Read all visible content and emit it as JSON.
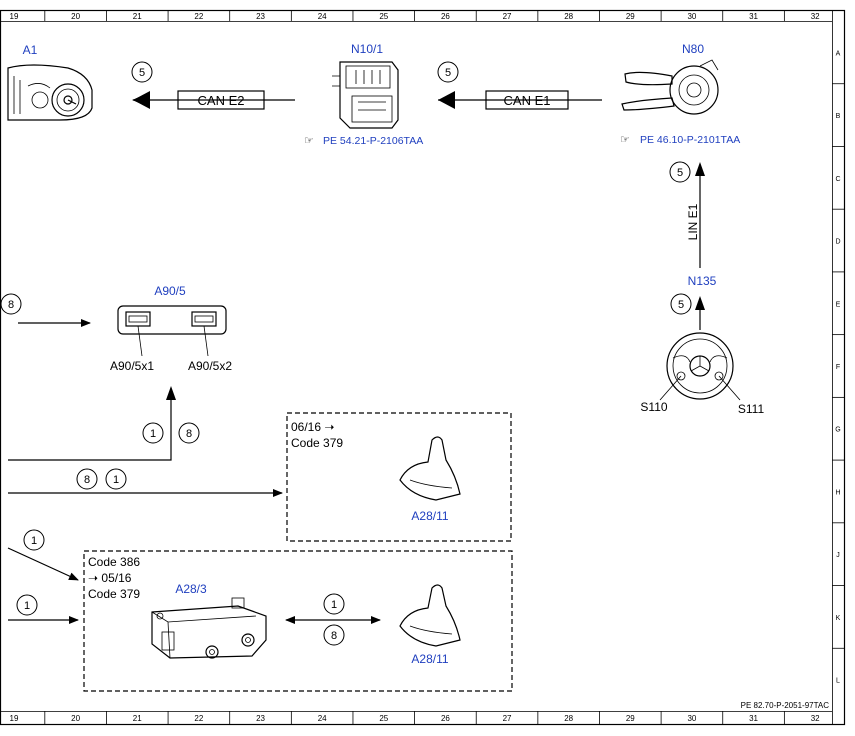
{
  "ruler": {
    "columns": [
      "19",
      "20",
      "21",
      "22",
      "23",
      "24",
      "25",
      "26",
      "27",
      "28",
      "29",
      "30",
      "31",
      "32"
    ],
    "rows": [
      "A",
      "B",
      "C",
      "D",
      "E",
      "F",
      "G",
      "H",
      "J",
      "K",
      "L"
    ]
  },
  "components": {
    "a1": "A1",
    "n10_1": "N10/1",
    "n80": "N80",
    "n135": "N135",
    "a90_5": "A90/5",
    "a90_5x1": "A90/5x1",
    "a90_5x2": "A90/5x2",
    "s110": "S110",
    "s111": "S111",
    "a28_3": "A28/3",
    "a28_11_top": "A28/11",
    "a28_11_bottom": "A28/11"
  },
  "buses": {
    "can_e2": "CAN E2",
    "can_e1": "CAN E1",
    "lin_e1": "LIN E1"
  },
  "references": {
    "n10_1_ref": "PE 54.21-P-2106TAA",
    "n80_ref": "PE 46.10-P-2101TAA",
    "doc_id": "PE 82.70-P-2051-97TAC"
  },
  "boxes": {
    "upper_date": "06/16",
    "upper_code": "Code 379",
    "lower_code1": "Code 386",
    "lower_date": "05/16",
    "lower_code2": "Code 379"
  },
  "circles": {
    "c_can_e2": "5",
    "c_can_e1": "5",
    "c_lin_top": "5",
    "c_lin_bottom": "5",
    "c_a90_in": "8",
    "c_a90_up_1": "1",
    "c_a90_up_8": "8",
    "c_mid_8": "8",
    "c_mid_1": "1",
    "c_diag_1": "1",
    "c_lower_left_1": "1",
    "c_bidir_1": "1",
    "c_bidir_8": "8"
  },
  "icons": {
    "reference_pointer": "pointing-hand-icon"
  }
}
